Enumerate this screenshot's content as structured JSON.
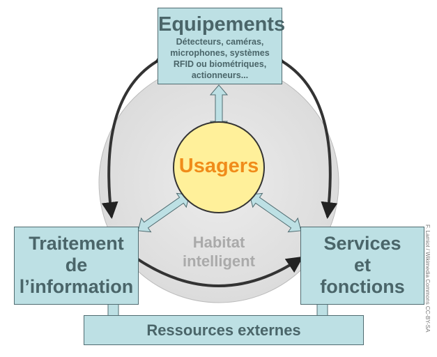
{
  "equipements": {
    "title": "Equipements",
    "subtitle": "Détecteurs, caméras, microphones, systèmes RFID ou biométriques, actionneurs..."
  },
  "usagers": "Usagers",
  "habitat": {
    "line1": "Habitat",
    "line2": "intelligent"
  },
  "traitement": {
    "line1": "Traitement",
    "line2": "de",
    "line3": "l’information"
  },
  "services": {
    "line1": "Services",
    "line2": "et",
    "line3": "fonctions"
  },
  "ressources": "Ressources externes",
  "credit": "F. Lamiot / Wikimedia Commons CC-BY-SA",
  "colors": {
    "box": "#bde0e4",
    "usagers_fill": "#fff09a",
    "usagers_text": "#f08c1a",
    "text": "#4a6569"
  }
}
